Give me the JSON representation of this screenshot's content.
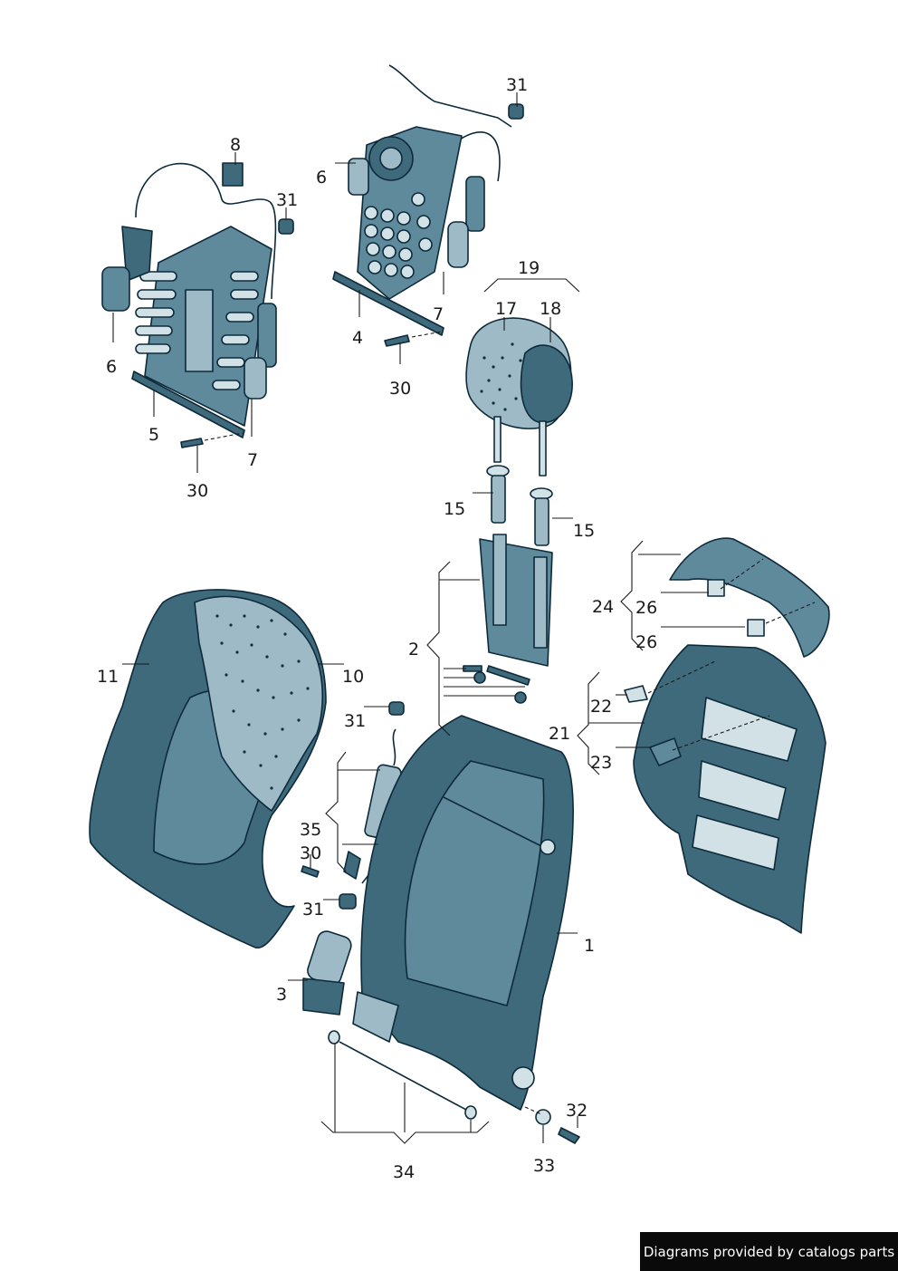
{
  "labels": {
    "l1": "1",
    "l2": "2",
    "l3": "3",
    "l4": "4",
    "l5": "5",
    "l6a": "6",
    "l6b": "6",
    "l7a": "7",
    "l7b": "7",
    "l8": "8",
    "l10": "10",
    "l11": "11",
    "l15a": "15",
    "l15b": "15",
    "l17": "17",
    "l18": "18",
    "l19": "19",
    "l21": "21",
    "l22": "22",
    "l23": "23",
    "l24": "24",
    "l26a": "26",
    "l26b": "26",
    "l30a": "30",
    "l30b": "30",
    "l30c": "30",
    "l31a": "31",
    "l31b": "31",
    "l31c": "31",
    "l31d": "31",
    "l32": "32",
    "l33": "33",
    "l34": "34",
    "l35": "35"
  },
  "credit": "Diagrams provided by catalogs parts",
  "colors": {
    "part_dark": "#3f6a7c",
    "part_mid": "#5f8a9c",
    "part_light": "#9dbac6",
    "outline": "#0d2a3a"
  }
}
